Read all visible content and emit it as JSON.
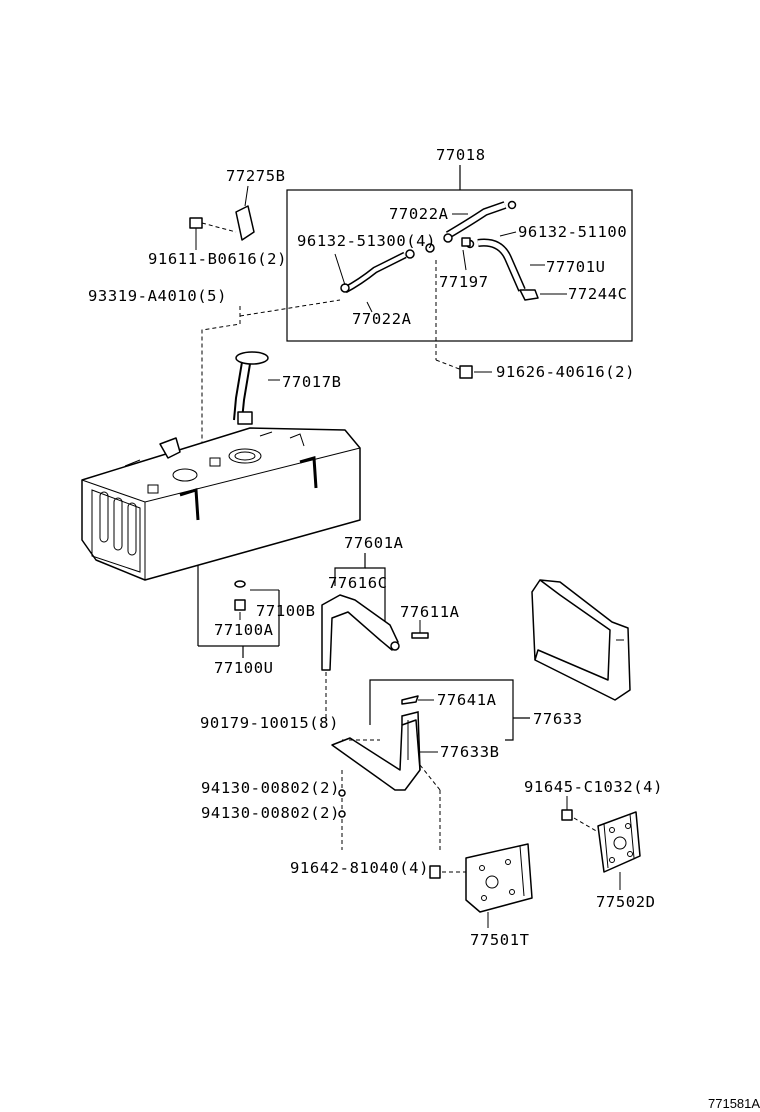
{
  "labels": {
    "l77018": "77018",
    "l77275B": "77275B",
    "l77022A_top": "77022A",
    "l96132_51300": "96132-51300(4)",
    "l96132_51100": "96132-51100",
    "l91611": "91611-B0616(2)",
    "l77701U": "77701U",
    "l77197": "77197",
    "l77244C": "77244C",
    "l93319": "93319-A4010(5)",
    "l77022A_bot": "77022A",
    "l77017B": "77017B",
    "l91626": "91626-40616(2)",
    "l77601A": "77601A",
    "l77616C": "77616C",
    "l77611A": "77611A",
    "l77100B": "77100B",
    "l77100A": "77100A",
    "l77100U": "77100U",
    "l77641A": "77641A",
    "l77633": "77633",
    "l90179": "90179-10015(8)",
    "l77633B": "77633B",
    "l91645": "91645-C1032(4)",
    "l94130_a": "94130-00802(2)",
    "l94130_b": "94130-00802(2)",
    "l91642": "91642-81040(4)",
    "l77502D": "77502D",
    "l77501T": "77501T",
    "figure_id": "771581A"
  }
}
